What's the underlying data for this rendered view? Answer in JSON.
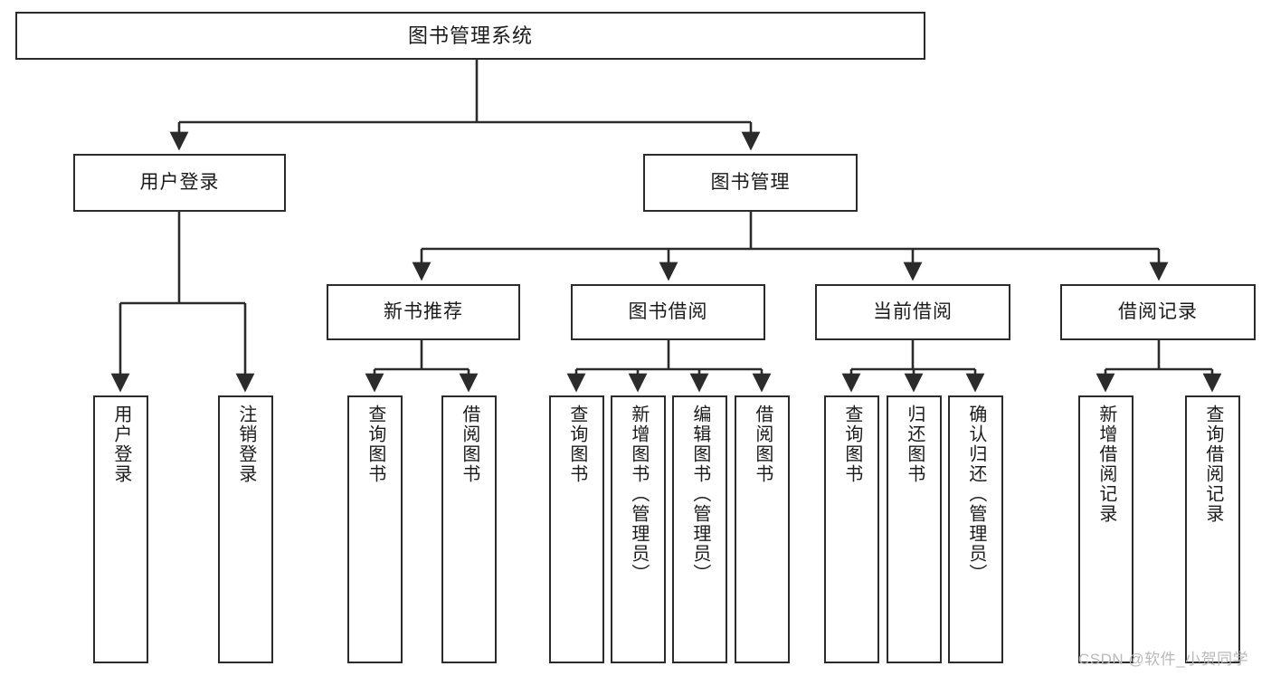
{
  "diagram": {
    "title": "图书管理系统",
    "type": "tree-hierarchy",
    "watermark": "CSDN @软件_小贺同学",
    "colors": {
      "stroke": "#2b2b2b",
      "fill": "#ffffff",
      "text": "#1b1b1b",
      "watermark": "#b9b9b9"
    },
    "nodes": {
      "root": {
        "label": "图书管理系统"
      },
      "level2": [
        {
          "id": "user-login",
          "label": "用户登录"
        },
        {
          "id": "book-manage",
          "label": "图书管理"
        }
      ],
      "level3": [
        {
          "id": "new-book-rec",
          "label": "新书推荐"
        },
        {
          "id": "book-borrow",
          "label": "图书借阅"
        },
        {
          "id": "current-borrow",
          "label": "当前借阅"
        },
        {
          "id": "borrow-record",
          "label": "借阅记录"
        }
      ],
      "leaves": {
        "user-login": [
          {
            "id": "leaf-user-login",
            "label": "用户登录"
          },
          {
            "id": "leaf-user-logout",
            "label": "注销登录"
          }
        ],
        "new-book-rec": [
          {
            "id": "leaf-query-book-1",
            "label": "查询图书"
          },
          {
            "id": "leaf-borrow-book-1",
            "label": "借阅图书"
          }
        ],
        "book-borrow": [
          {
            "id": "leaf-query-book-2",
            "label": "查询图书"
          },
          {
            "id": "leaf-add-book",
            "label": "新增图书（管理员）"
          },
          {
            "id": "leaf-edit-book",
            "label": "编辑图书（管理员）"
          },
          {
            "id": "leaf-borrow-book-2",
            "label": "借阅图书"
          }
        ],
        "current-borrow": [
          {
            "id": "leaf-query-book-3",
            "label": "查询图书"
          },
          {
            "id": "leaf-return-book",
            "label": "归还图书"
          },
          {
            "id": "leaf-confirm-return",
            "label": "确认归还（管理员）"
          }
        ],
        "borrow-record": [
          {
            "id": "leaf-add-record",
            "label": "新增借阅记录"
          },
          {
            "id": "leaf-query-record",
            "label": "查询借阅记录"
          }
        ]
      }
    }
  }
}
